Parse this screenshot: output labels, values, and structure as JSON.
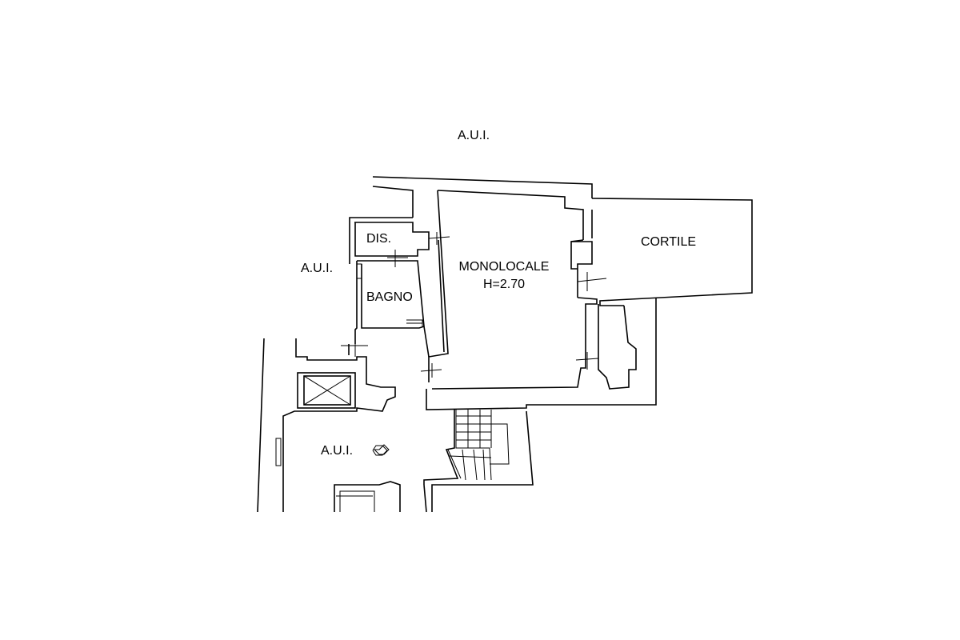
{
  "labels": {
    "aui_top": "A.U.I.",
    "aui_left": "A.U.I.",
    "aui_bottom": "A.U.I.",
    "dis": "DIS.",
    "bagno": "BAGNO",
    "monolocale": "MONOLOCALE",
    "height": "H=2.70",
    "cortile": "CORTILE"
  }
}
